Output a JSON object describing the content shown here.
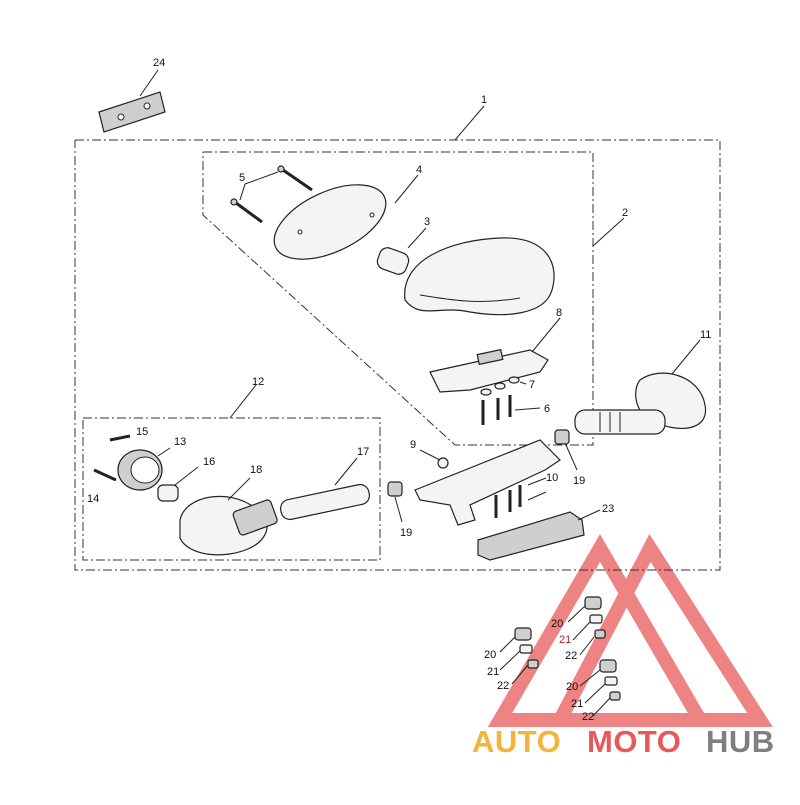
{
  "callouts": {
    "c1": "1",
    "c2": "2",
    "c3": "3",
    "c4": "4",
    "c5": "5",
    "c6": "6",
    "c7": "7",
    "c8": "8",
    "c9": "9",
    "c10": "10",
    "c11": "11",
    "c12": "12",
    "c13": "13",
    "c14": "14",
    "c15": "15",
    "c16": "16",
    "c17": "17",
    "c18": "18",
    "c19a": "19",
    "c19b": "19",
    "c20a": "20",
    "c20b": "20",
    "c20c": "20",
    "c21a": "21",
    "c21b": "21",
    "c21c": "21",
    "c22a": "22",
    "c22b": "22",
    "c22c": "22",
    "c23": "23",
    "c24": "24"
  },
  "watermark": {
    "auto": "AUTO",
    "moto": "MOTO",
    "hub": "HUB",
    "colors": {
      "auto": "#f2b43a",
      "moto": "#e85a5a",
      "hub": "#7f7f7f",
      "logo": "#e85a5a"
    }
  }
}
